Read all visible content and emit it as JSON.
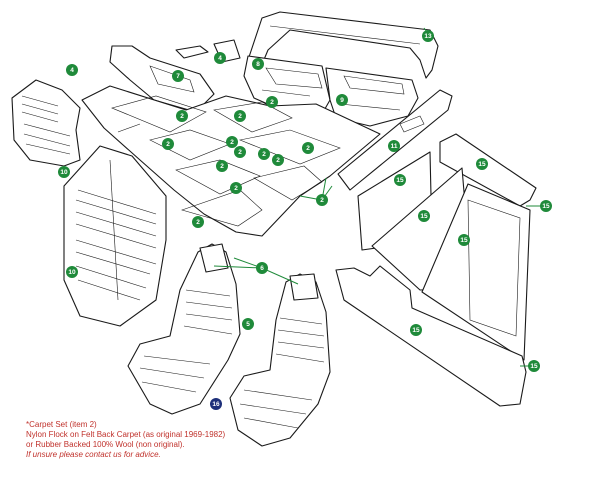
{
  "colors": {
    "badge_green": "#1f8a3a",
    "badge_blue": "#1d2f7a",
    "note_red": "#c0322c",
    "line": "#1a1a1a"
  },
  "badges": [
    {
      "label": "13",
      "color": "green"
    },
    {
      "label": "4",
      "color": "green"
    },
    {
      "label": "4",
      "color": "green"
    },
    {
      "label": "8",
      "color": "green"
    },
    {
      "label": "7",
      "color": "green"
    },
    {
      "label": "2",
      "color": "green"
    },
    {
      "label": "9",
      "color": "green"
    },
    {
      "label": "2",
      "color": "green"
    },
    {
      "label": "2",
      "color": "green"
    },
    {
      "label": "2",
      "color": "green"
    },
    {
      "label": "2",
      "color": "green"
    },
    {
      "label": "2",
      "color": "green"
    },
    {
      "label": "2",
      "color": "green"
    },
    {
      "label": "2",
      "color": "green"
    },
    {
      "label": "2",
      "color": "green"
    },
    {
      "label": "2",
      "color": "green"
    },
    {
      "label": "2",
      "color": "green"
    },
    {
      "label": "2",
      "color": "green"
    },
    {
      "label": "2",
      "color": "green"
    },
    {
      "label": "11",
      "color": "green"
    },
    {
      "label": "15",
      "color": "green"
    },
    {
      "label": "15",
      "color": "green"
    },
    {
      "label": "15",
      "color": "green"
    },
    {
      "label": "15",
      "color": "green"
    },
    {
      "label": "15",
      "color": "green"
    },
    {
      "label": "15",
      "color": "green"
    },
    {
      "label": "15",
      "color": "green"
    },
    {
      "label": "10",
      "color": "green"
    },
    {
      "label": "10",
      "color": "green"
    },
    {
      "label": "6",
      "color": "green"
    },
    {
      "label": "5",
      "color": "green"
    },
    {
      "label": "16",
      "color": "blue"
    }
  ],
  "note": {
    "line1": "*Carpet Set (item 2)",
    "line2": "Nylon Flock on Felt Back Carpet (as original 1969-1982)",
    "line3": "or Rubber Backed 100% Wool (non original).",
    "line4": "If unsure please contact us for advice."
  }
}
